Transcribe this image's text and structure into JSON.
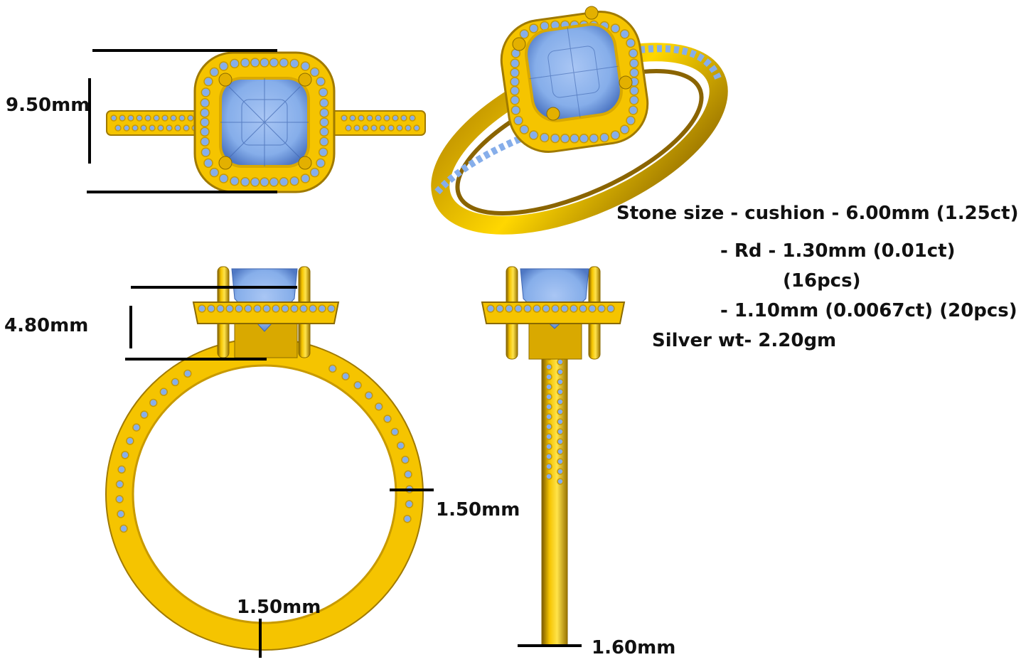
{
  "dimensions": {
    "head_width": "9.50mm",
    "setting_height": "4.80mm",
    "shank_side_width": "1.50mm",
    "shank_bottom_width": "1.50mm",
    "shank_profile_width": "1.60mm"
  },
  "specs": {
    "line1": "Stone size - cushion - 6.00mm (1.25ct)",
    "line2": "- Rd - 1.30mm (0.01ct)",
    "line3": "(16pcs)",
    "line4": "- 1.10mm (0.0067ct) (20pcs)",
    "line5": "Silver wt- 2.20gm"
  },
  "colors": {
    "metal": "#f5c400",
    "metal_dark": "#8a6a00",
    "stone": "#86aeea",
    "stone_dark": "#4f78c4",
    "line": "#000000"
  }
}
